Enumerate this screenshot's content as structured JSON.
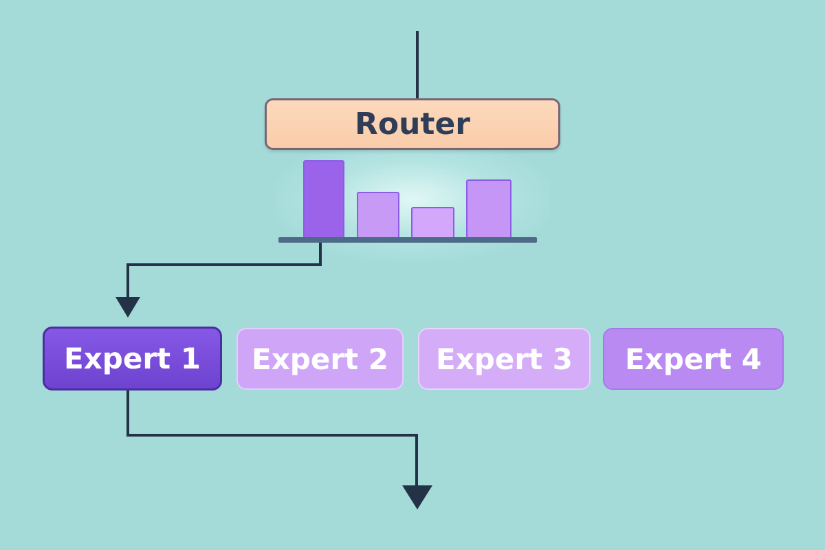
{
  "router": {
    "label": "Router"
  },
  "gating_bars": [
    {
      "expert": 1,
      "weight": 1.0,
      "color": "#9b63ea"
    },
    {
      "expert": 2,
      "weight": 0.6,
      "color": "#c79af6"
    },
    {
      "expert": 3,
      "weight": 0.4,
      "color": "#d3a8fb"
    },
    {
      "expert": 4,
      "weight": 0.75,
      "color": "#c596f6"
    }
  ],
  "experts": [
    {
      "label": "Expert 1",
      "selected": true,
      "color": "#7a4fdc"
    },
    {
      "label": "Expert 2",
      "selected": false,
      "color": "#cfa6f7"
    },
    {
      "label": "Expert 3",
      "selected": false,
      "color": "#d4acf8"
    },
    {
      "label": "Expert 4",
      "selected": false,
      "color": "#b98bf2"
    }
  ],
  "colors": {
    "background": "#a4dbd9",
    "wire": "#243247",
    "router_fill": "#fbd2b3"
  }
}
